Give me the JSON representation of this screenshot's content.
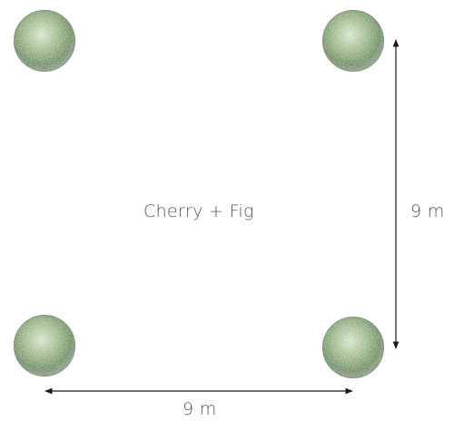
{
  "plan": {
    "center_label": "Cherry + Fig",
    "spacing_vertical": "9 m",
    "spacing_horizontal": "9 m"
  },
  "tree_icon": "tree-canopy-icon",
  "tree_count": 4,
  "colors": {
    "canopy_light": "#c9d9bd",
    "canopy_mid": "#8fb07a",
    "canopy_dark": "#4f6f45",
    "arrow": "#1a1a1a",
    "text": "#555555"
  }
}
